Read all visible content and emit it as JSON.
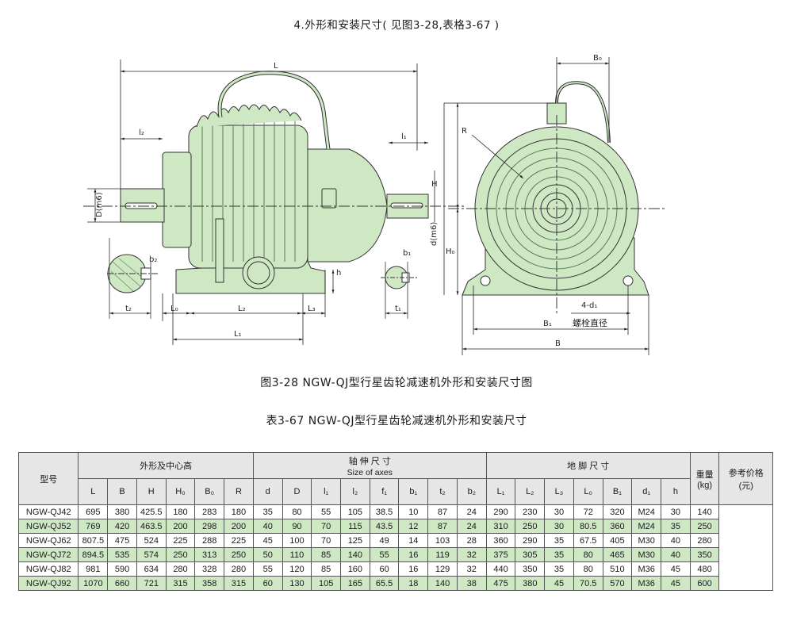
{
  "section_heading": "4.外形和安装尺寸( 见图3-28,表格3-67 )",
  "figure_caption": "图3-28  NGW-QJ型行星齿轮减速机外形和安装尺寸图",
  "table_caption": "表3-67  NGW-QJ型行星齿轮减速机外形和安装尺寸",
  "drawing": {
    "labels": {
      "L": "L",
      "B0": "B₀",
      "l2": "l₂",
      "l1": "l₁",
      "Dm6": "D(m6)",
      "dm6": "d(m6)",
      "H": "H",
      "H0": "H₀",
      "R": "R",
      "h": "h",
      "b2": "b₂",
      "b1": "b₁",
      "t2": "t₂",
      "t1": "t₁",
      "L0": "L₀",
      "L2": "L₂",
      "L3": "L₃",
      "L1": "L₁",
      "d1": "4-d₁",
      "bolt": "螺栓直径",
      "B1": "B₁",
      "B": "B"
    },
    "body_color": "#cfe8c4"
  },
  "table": {
    "model_header": "型号",
    "outline_header": "外形及中心高",
    "shaft_header": "轴  伸  尺  寸",
    "shaft_header_en": "Size of axes",
    "foot_header": "地  脚  尺  寸",
    "weight_header": "重量",
    "weight_unit": "(kg)",
    "price_header": "参考价格",
    "price_unit": "(元)",
    "columns": [
      "L",
      "B",
      "H",
      "H₀",
      "B₀",
      "R",
      "d",
      "D",
      "l₁",
      "l₂",
      "f₁",
      "b₁",
      "t₂",
      "b₂",
      "L₁",
      "L₂",
      "L₃",
      "L₀",
      "B₁",
      "d₁",
      "h"
    ],
    "rows": [
      {
        "model": "NGW-QJ42",
        "values": [
          "695",
          "380",
          "425.5",
          "180",
          "283",
          "180",
          "35",
          "80",
          "55",
          "105",
          "38.5",
          "10",
          "87",
          "24",
          "290",
          "230",
          "30",
          "72",
          "320",
          "M24",
          "30"
        ],
        "weight": "140"
      },
      {
        "model": "NGW-QJ52",
        "values": [
          "769",
          "420",
          "463.5",
          "200",
          "298",
          "200",
          "40",
          "90",
          "70",
          "115",
          "43.5",
          "12",
          "87",
          "24",
          "310",
          "250",
          "30",
          "80.5",
          "360",
          "M24",
          "35"
        ],
        "weight": "250"
      },
      {
        "model": "NGW-QJ62",
        "values": [
          "807.5",
          "475",
          "524",
          "225",
          "288",
          "225",
          "45",
          "100",
          "70",
          "125",
          "49",
          "14",
          "103",
          "28",
          "360",
          "290",
          "35",
          "67.5",
          "405",
          "M30",
          "40"
        ],
        "weight": "280"
      },
      {
        "model": "NGW-QJ72",
        "values": [
          "894.5",
          "535",
          "574",
          "250",
          "313",
          "250",
          "50",
          "110",
          "85",
          "140",
          "55",
          "16",
          "119",
          "32",
          "375",
          "305",
          "35",
          "80",
          "465",
          "M30",
          "40"
        ],
        "weight": "350"
      },
      {
        "model": "NGW-QJ82",
        "values": [
          "981",
          "590",
          "634",
          "280",
          "328",
          "280",
          "55",
          "120",
          "85",
          "160",
          "60",
          "16",
          "129",
          "32",
          "440",
          "350",
          "35",
          "80",
          "510",
          "M36",
          "45"
        ],
        "weight": "480"
      },
      {
        "model": "NGW-QJ92",
        "values": [
          "1070",
          "660",
          "721",
          "315",
          "358",
          "315",
          "60",
          "130",
          "105",
          "165",
          "65.5",
          "18",
          "140",
          "38",
          "475",
          "380",
          "45",
          "70.5",
          "570",
          "M36",
          "45"
        ],
        "weight": "600"
      }
    ]
  }
}
